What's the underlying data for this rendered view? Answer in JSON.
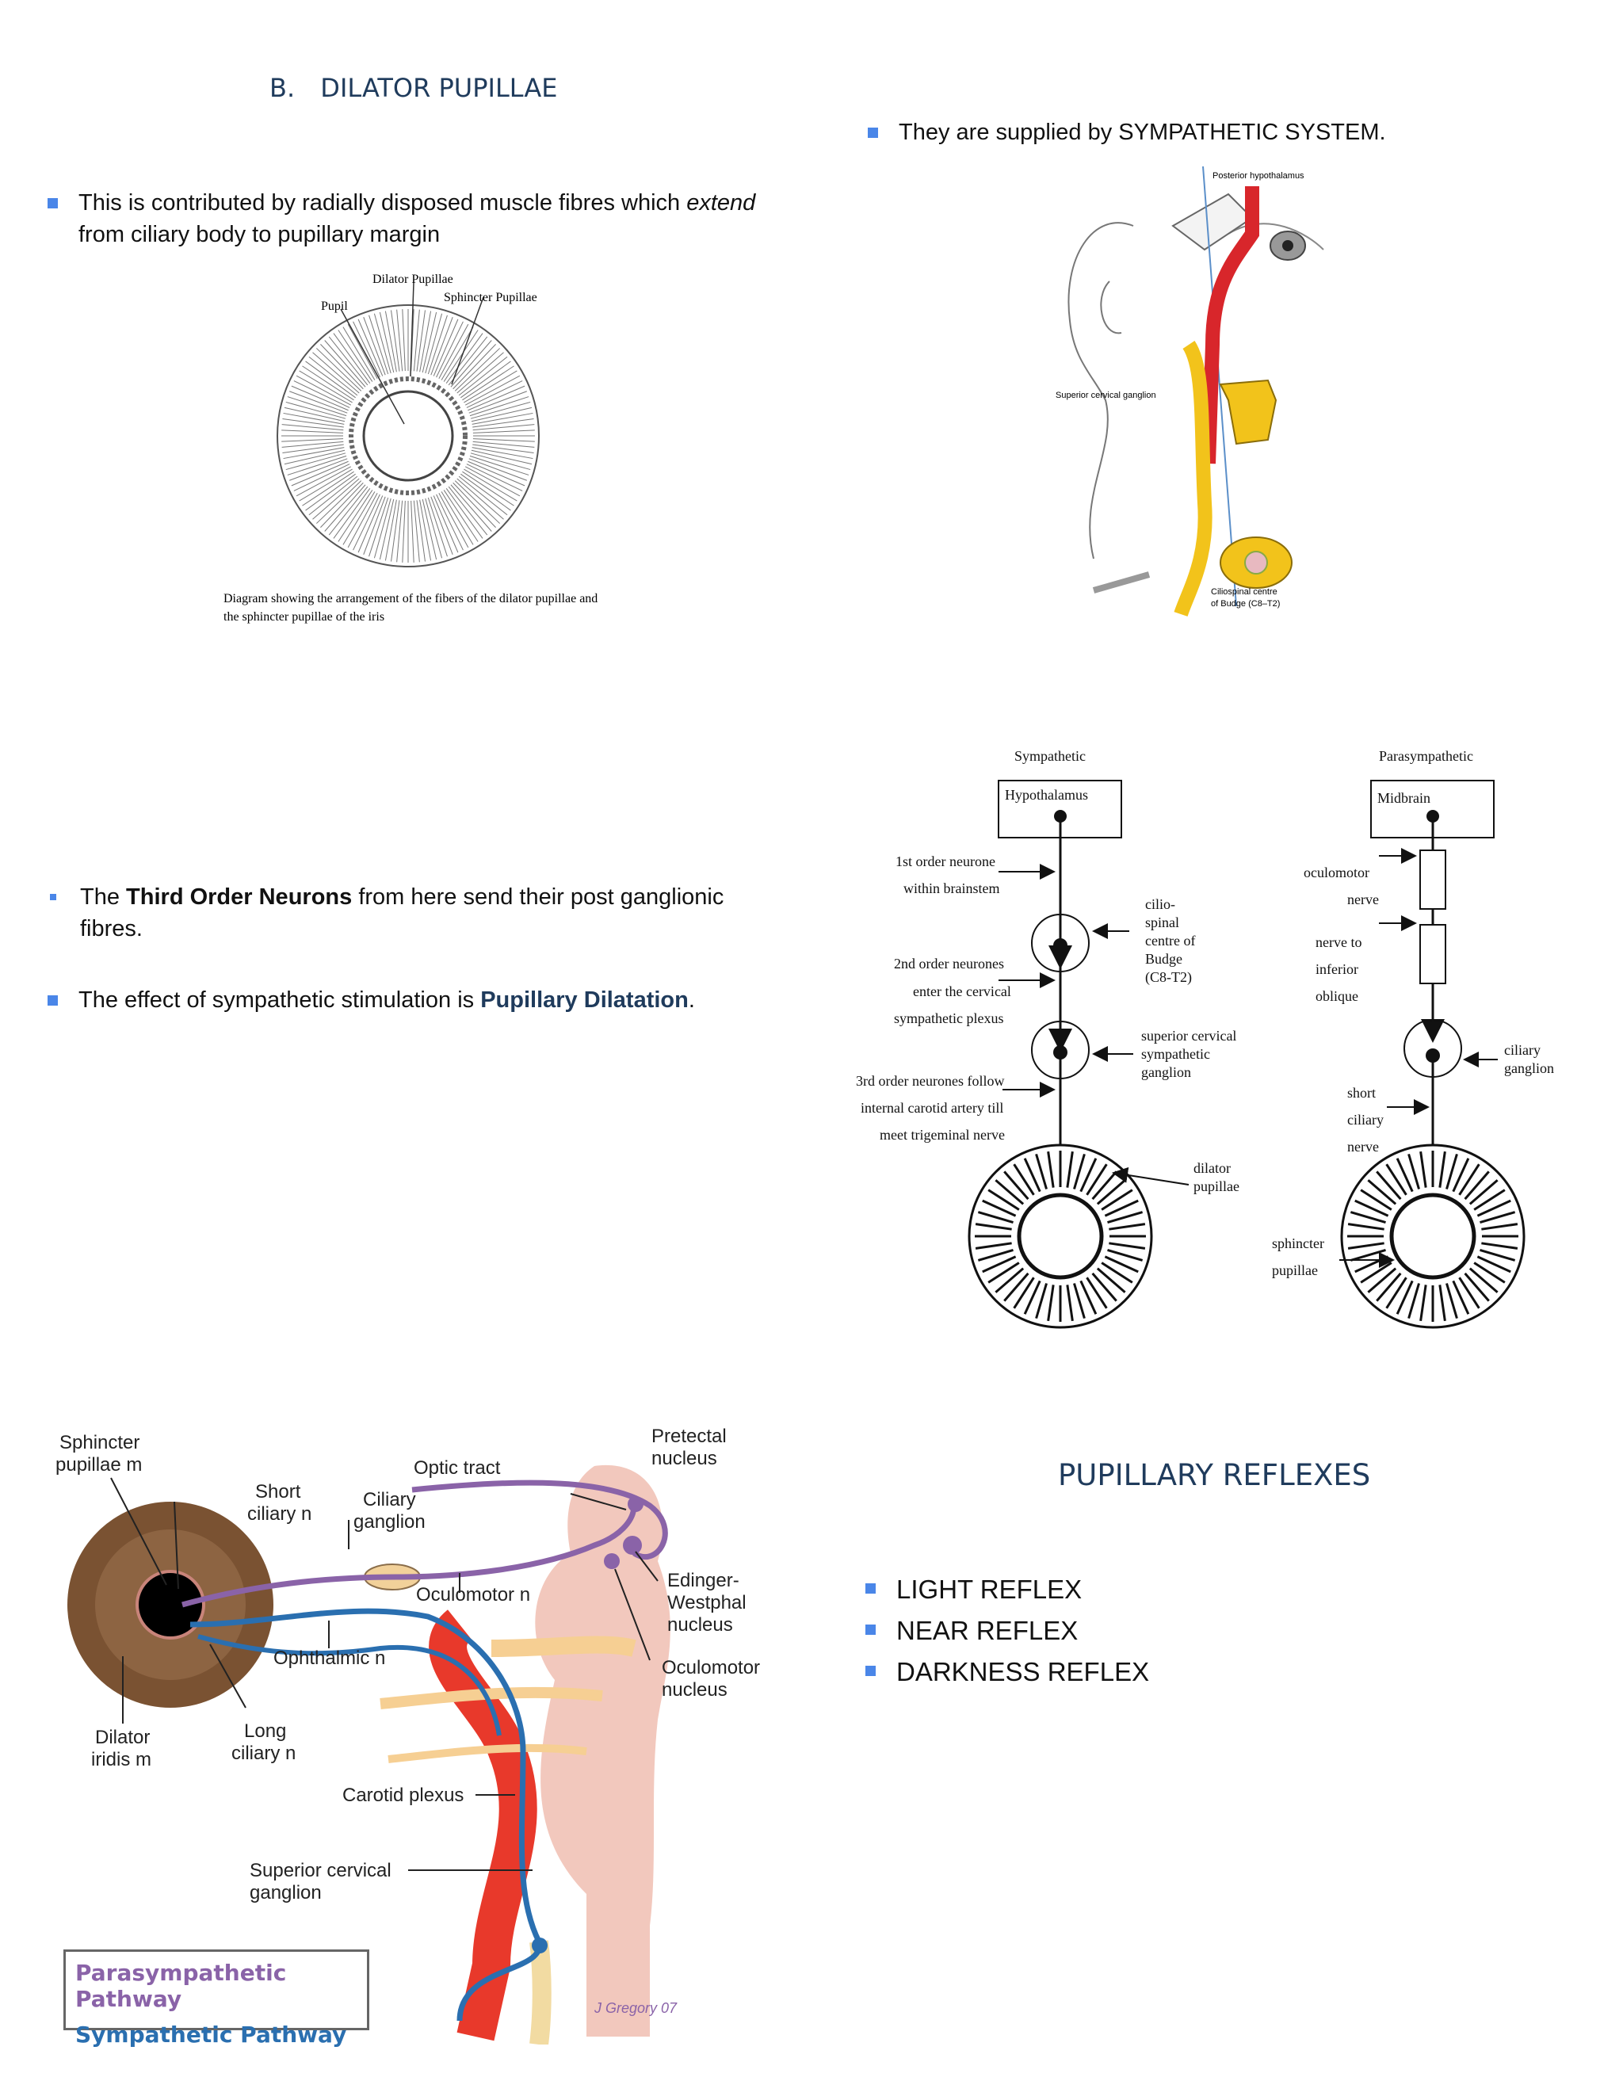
{
  "left": {
    "section_letter": "B.",
    "section_title": "DILATOR PUPILLAE",
    "bullet1_pre": "This is contributed by radially disposed muscle fibres which",
    "bullet1_em": "extend",
    "bullet1_post": "from ciliary body to pupillary margin",
    "iris_diagram": {
      "label_dilator": "Dilator Pupillae",
      "label_sphincter": "Sphincter Pupillae",
      "label_pupil": "Pupil",
      "caption_line1": "Diagram showing the arrangement of the fibers of  the dilator pupillae and",
      "caption_line2": "the sphincter pupillae of the iris"
    },
    "bullet2_pre": "The",
    "bullet2_bold": "Third Order Neurons",
    "bullet2_post": "from here send their post ganglionic fibres.",
    "bullet3_pre": "The effect of sympathetic stimulation is",
    "bullet3_bold": "Pupillary Dilatation",
    "bullet3_post": "."
  },
  "right": {
    "bullet1": "They are supplied by SYMPATHETIC SYSTEM.",
    "head_diagram": {
      "label_posterior": "Posterior hypothalamus",
      "label_scg": "Superior cervical ganglion",
      "label_cilio1": "Ciliospinal centre",
      "label_cilio2": "of Budge (C8–T2)"
    },
    "pathway_diagram": {
      "col_sympathetic": "Sympathetic",
      "col_parasympathetic": "Parasympathetic",
      "box_hypothalamus": "Hypothalamus",
      "box_midbrain": "Midbrain",
      "l1a": "1st order neurone",
      "l1b": "within brainstem",
      "l2a": "2nd order neurones",
      "l2b": "enter the cervical",
      "l2c": "sympathetic plexus",
      "l3a": "3rd order neurones follow",
      "l3b": "internal carotid artery till",
      "l3c": "meet trigeminal nerve",
      "c1": "cilio-",
      "c2": "spinal",
      "c3": "centre of",
      "c4": "Budge",
      "c5": "(C8-T2)",
      "s1": "superior cervical",
      "s2": "sympathetic",
      "s3": "ganglion",
      "d1": "dilator",
      "d2": "pupillae",
      "o1": "oculomotor",
      "o2": "nerve",
      "n1": "nerve to",
      "n2": "inferior",
      "n3": "oblique",
      "g1": "ciliary",
      "g2": "ganglion",
      "sc1": "short",
      "sc2": "ciliary",
      "sc3": "nerve",
      "sp1": "sphincter",
      "sp2": "pupillae"
    },
    "reflex_title": "PUPILLARY REFLEXES",
    "reflexes": [
      "LIGHT REFLEX",
      "NEAR REFLEX",
      "DARKNESS REFLEX"
    ]
  },
  "bottom_diagram": {
    "sphincter1": "Sphincter",
    "sphincter2": "pupillae m",
    "short1": "Short",
    "short2": "ciliary n",
    "optic": "Optic tract",
    "pretectal1": "Pretectal",
    "pretectal2": "nucleus",
    "ciliary1": "Ciliary",
    "ciliary2": "ganglion",
    "oculomotor_n": "Oculomotor n",
    "ew1": "Edinger-",
    "ew2": "Westphal",
    "ew3": "nucleus",
    "ophthalmic": "Ophthalmic n",
    "ocnuc1": "Oculomotor",
    "ocnuc2": "nucleus",
    "dilator1": "Dilator",
    "dilator2": "iridis m",
    "long1": "Long",
    "long2": "ciliary n",
    "carotid": "Carotid plexus",
    "scg1": "Superior cervical",
    "scg2": "ganglion",
    "signature": "J Gregory 07",
    "legend_para": "Parasympathetic Pathway",
    "legend_symp": "Sympathetic Pathway"
  },
  "colors": {
    "bullet": "#4a86e8",
    "heading": "#1f3b5c",
    "parasympathetic": "#8a63a8",
    "sympathetic": "#2a6fb0",
    "artery": "#e8392b",
    "nerve_yellow": "#f2c31b"
  }
}
